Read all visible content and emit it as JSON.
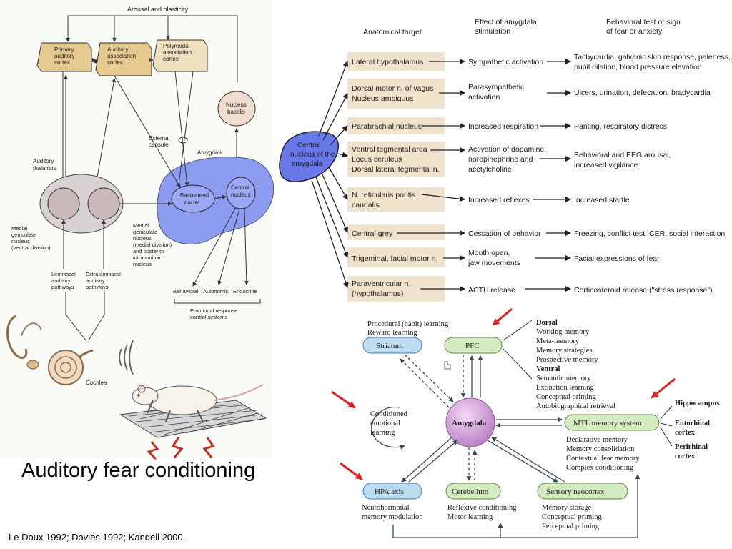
{
  "left_panel": {
    "top_label": "Arousal and plasticity",
    "boxes": {
      "primary": [
        "Primary",
        "auditory",
        "cortex"
      ],
      "association": [
        "Auditory",
        "association",
        "cortex"
      ],
      "polymodal": [
        "Polymodal",
        "association",
        "cortex"
      ]
    },
    "nucleus_basalis": [
      "Nucleus",
      "basalis"
    ],
    "external_capsule": [
      "External",
      "capsule"
    ],
    "amygdala_label": "Amygdala",
    "basolateral": [
      "Basolateral",
      "nuclei"
    ],
    "central": [
      "Central",
      "nucleus"
    ],
    "auditory_thalamus": [
      "Auditory",
      "thalamus"
    ],
    "mgn_ventral": [
      "Medial",
      "geniculate",
      "nucleus",
      "(ventral division)"
    ],
    "mgn_medial": [
      "Medial",
      "geniculate",
      "nucleus",
      "(medial division)",
      "and posterior",
      "intralaminar",
      "nucleus"
    ],
    "lemniscal": [
      "Lemniscal",
      "auditory",
      "pathways"
    ],
    "extralemniscal": [
      "Extralemniscal",
      "auditory",
      "pathways"
    ],
    "outputs": [
      "Behavioral",
      "Autonomic",
      "Endocrine"
    ],
    "emotional": [
      "Emotional response",
      "control systems"
    ],
    "cochlea": "Cochlea"
  },
  "title": "Auditory fear conditioning",
  "references": "Le Doux 1992; Davies 1992; Kandell 2000.",
  "table": {
    "headers": {
      "target": "Anatomical target",
      "effect": [
        "Effect of amygdala",
        "stimulation"
      ],
      "behavior": [
        "Behavioral test or sign",
        "of fear or anxiety"
      ]
    },
    "central_nucleus": [
      "Central",
      "nucleus of the",
      "amygdala"
    ],
    "rows": [
      {
        "target": [
          "Lateral hypothalamus"
        ],
        "effect": [
          "Sympathetic activation"
        ],
        "behavior": [
          "Tachycardia, galvanic skin response, paleness,",
          "pupil dilation, blood pressure elevation"
        ]
      },
      {
        "target": [
          "Dorsal motor n. of vagus",
          "Nucleus ambiguus"
        ],
        "effect": [
          "Parasympathetic",
          "activation"
        ],
        "behavior": [
          "Ulcers, urination, defecation, bradycardia"
        ]
      },
      {
        "target": [
          "Parabrachial nucleus"
        ],
        "effect": [
          "Increased respiration"
        ],
        "behavior": [
          "Panting, respiratory distress"
        ]
      },
      {
        "target": [
          "Ventral tegmental area",
          "Locus ceruleus",
          "Dorsal lateral tegmental n."
        ],
        "effect": [
          "Activation of dopamine,",
          "norepinephrine and",
          "acetylcholine"
        ],
        "behavior": [
          "Behavioral and EEG arousal,",
          "increased vigilance"
        ]
      },
      {
        "target": [
          "N. reticularis pontis",
          "caudalis"
        ],
        "effect": [
          "Increased reflexes"
        ],
        "behavior": [
          "Increased startle"
        ]
      },
      {
        "target": [
          "Central grey"
        ],
        "effect": [
          "Cessation of behavior"
        ],
        "behavior": [
          "Freezing, conflict test, CER, social interaction"
        ]
      },
      {
        "target": [
          "Trigeminal, facial motor n."
        ],
        "effect": [
          "Mouth open,",
          "jaw movements"
        ],
        "behavior": [
          "Facial expressions of fear"
        ]
      },
      {
        "target": [
          "Paraventricular n.",
          "(hypothalamus)"
        ],
        "effect": [
          "ACTH release"
        ],
        "behavior": [
          "Corticosteroid release (\"stress response\")"
        ]
      }
    ]
  },
  "network": {
    "amygdala": "Amygdala",
    "striatum": "Striatum",
    "striatum_notes": [
      "Procedural (habit) learning",
      "Reward learning"
    ],
    "pfc": "PFC",
    "pfc_dorsal_title": "Dorsal",
    "pfc_dorsal": [
      "Working memory",
      "Meta-memory",
      "Memory strategies",
      "Prospective memory"
    ],
    "pfc_ventral_title": "Ventral",
    "pfc_ventral": [
      "Semantic memory",
      "Extinction learning",
      "Conceptual priming",
      "Autobiographical retrieval"
    ],
    "conditioned": [
      "Conditioned",
      "emotional",
      "learning"
    ],
    "mtl": "MTL memory system",
    "mtl_notes": [
      "Declarative memory",
      "Memory consolidation",
      "Contextual fear memory",
      "Complex conditioning"
    ],
    "mtl_parts": [
      "Hippocampus",
      "Entorhinal",
      "cortex",
      "Perirhinal",
      "cortex"
    ],
    "hpa": "HPA axis",
    "hpa_notes": [
      "Neurohormonal",
      "memory modulation"
    ],
    "cerebellum": "Cerebellum",
    "cerebellum_notes": [
      "Reflexive conditioning",
      "Motor learning"
    ],
    "sensory": "Sensory neocortex",
    "sensory_notes": [
      "Memory storage",
      "Conceptual priming",
      "Perceptual priming"
    ]
  },
  "colors": {
    "amygdala_blue": "#8c9cf0",
    "box_tan": "#e6c98e",
    "row_tan": "#efe3cc",
    "striatum_blue": "#bcdcf2",
    "green_box": "#d4ebc2",
    "amygdala_purple": "#c98fd0",
    "red_arrow": "#e02020"
  }
}
